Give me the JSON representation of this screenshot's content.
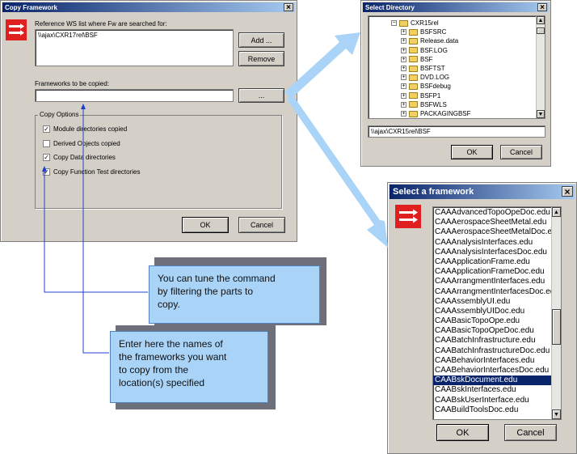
{
  "copy_framework": {
    "title": "Copy Framework",
    "close_glyph": "×",
    "ref_label": "Reference WS list where Fw are searched for:",
    "ref_value": "\\\\ajax\\CXR17rel\\BSF",
    "add_button": "Add ...",
    "remove_button": "Remove",
    "frameworks_label": "Frameworks to be copied:",
    "frameworks_value": "",
    "browse_button": "...",
    "options_title": "Copy Options",
    "options": [
      {
        "label": "Module directories copied",
        "checked": true
      },
      {
        "label": "Derived Objects copied",
        "checked": false
      },
      {
        "label": "Copy Data directories",
        "checked": true
      },
      {
        "label": "Copy Function Test directories",
        "checked": true
      }
    ],
    "ok_button": "OK",
    "cancel_button": "Cancel"
  },
  "select_directory": {
    "title": "Select Directory",
    "close_glyph": "×",
    "root": "CXR15rel",
    "folders": [
      "BSFSRC",
      "Release.data",
      "BSF.LOG",
      "BSF",
      "BSFTST",
      "DVD.LOG",
      "BSFdebug",
      "BSFP1",
      "BSFWLS",
      "PACKAGINGBSF"
    ],
    "path_value": "\\\\ajax\\CXR15rel\\BSF",
    "ok_button": "OK",
    "cancel_button": "Cancel"
  },
  "select_framework": {
    "title": "Select a framework",
    "close_glyph": "×",
    "items": [
      "CAAAdvancedTopoOpeDoc.edu",
      "CAAAerospaceSheetMetal.edu",
      "CAAAerospaceSheetMetalDoc.edu",
      "CAAAnalysisInterfaces.edu",
      "CAAAnalysisInterfacesDoc.edu",
      "CAAApplicationFrame.edu",
      "CAAApplicationFrameDoc.edu",
      "CAAArrangmentInterfaces.edu",
      "CAAArrangmentInterfacesDoc.edu",
      "CAAAssemblyUI.edu",
      "CAAAssemblyUIDoc.edu",
      "CAABasicTopoOpe.edu",
      "CAABasicTopoOpeDoc.edu",
      "CAABatchInfrastructure.edu",
      "CAABatchInfrastructureDoc.edu",
      "CAABehaviorInterfaces.edu",
      "CAABehaviorInterfacesDoc.edu",
      "CAABskDocument.edu",
      "CAABskInterfaces.edu",
      "CAABskUserInterface.edu",
      "CAABuildToolsDoc.edu"
    ],
    "selected_index": 17,
    "ok_button": "OK",
    "cancel_button": "Cancel"
  },
  "callouts": {
    "tune": "You can tune the command\n by filtering the parts to\ncopy.",
    "enter": "Enter here the names of\nthe frameworks you want\nto copy from the\nlocation(s) specified"
  },
  "colors": {
    "title_gradient_start": "#0a246a",
    "title_gradient_end": "#a6caf0",
    "arrow": "#a9d3f7",
    "callout_fill": "#a9d3f7",
    "leader_line": "#1f3fd0"
  }
}
